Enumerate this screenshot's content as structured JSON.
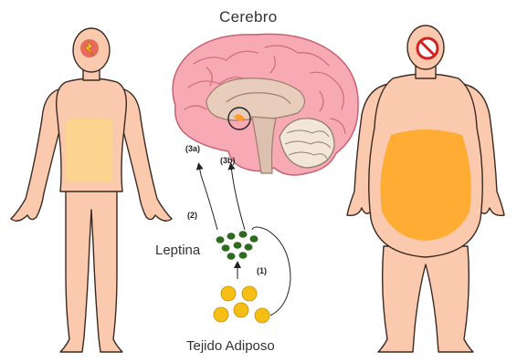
{
  "labels": {
    "brain": "Cerebro",
    "leptin": "Leptina",
    "adipose": "Tejido Adiposo",
    "step_1": "(1)",
    "step_2": "(2)",
    "step_3a": "(3a)",
    "step_3b": "(3b)"
  },
  "colors": {
    "skin": "#fbc9ad",
    "skin_outline": "#3a2a22",
    "fat": "#ffab2e",
    "brain_pink": "#f7a9b4",
    "leptin_dot": "#2f6b1e",
    "adipocyte": "#f7be16",
    "no_sign": "#d32020"
  },
  "icons": {
    "lean_head_signal": "lightning-icon",
    "obese_head_signal": "no-entry-icon"
  }
}
